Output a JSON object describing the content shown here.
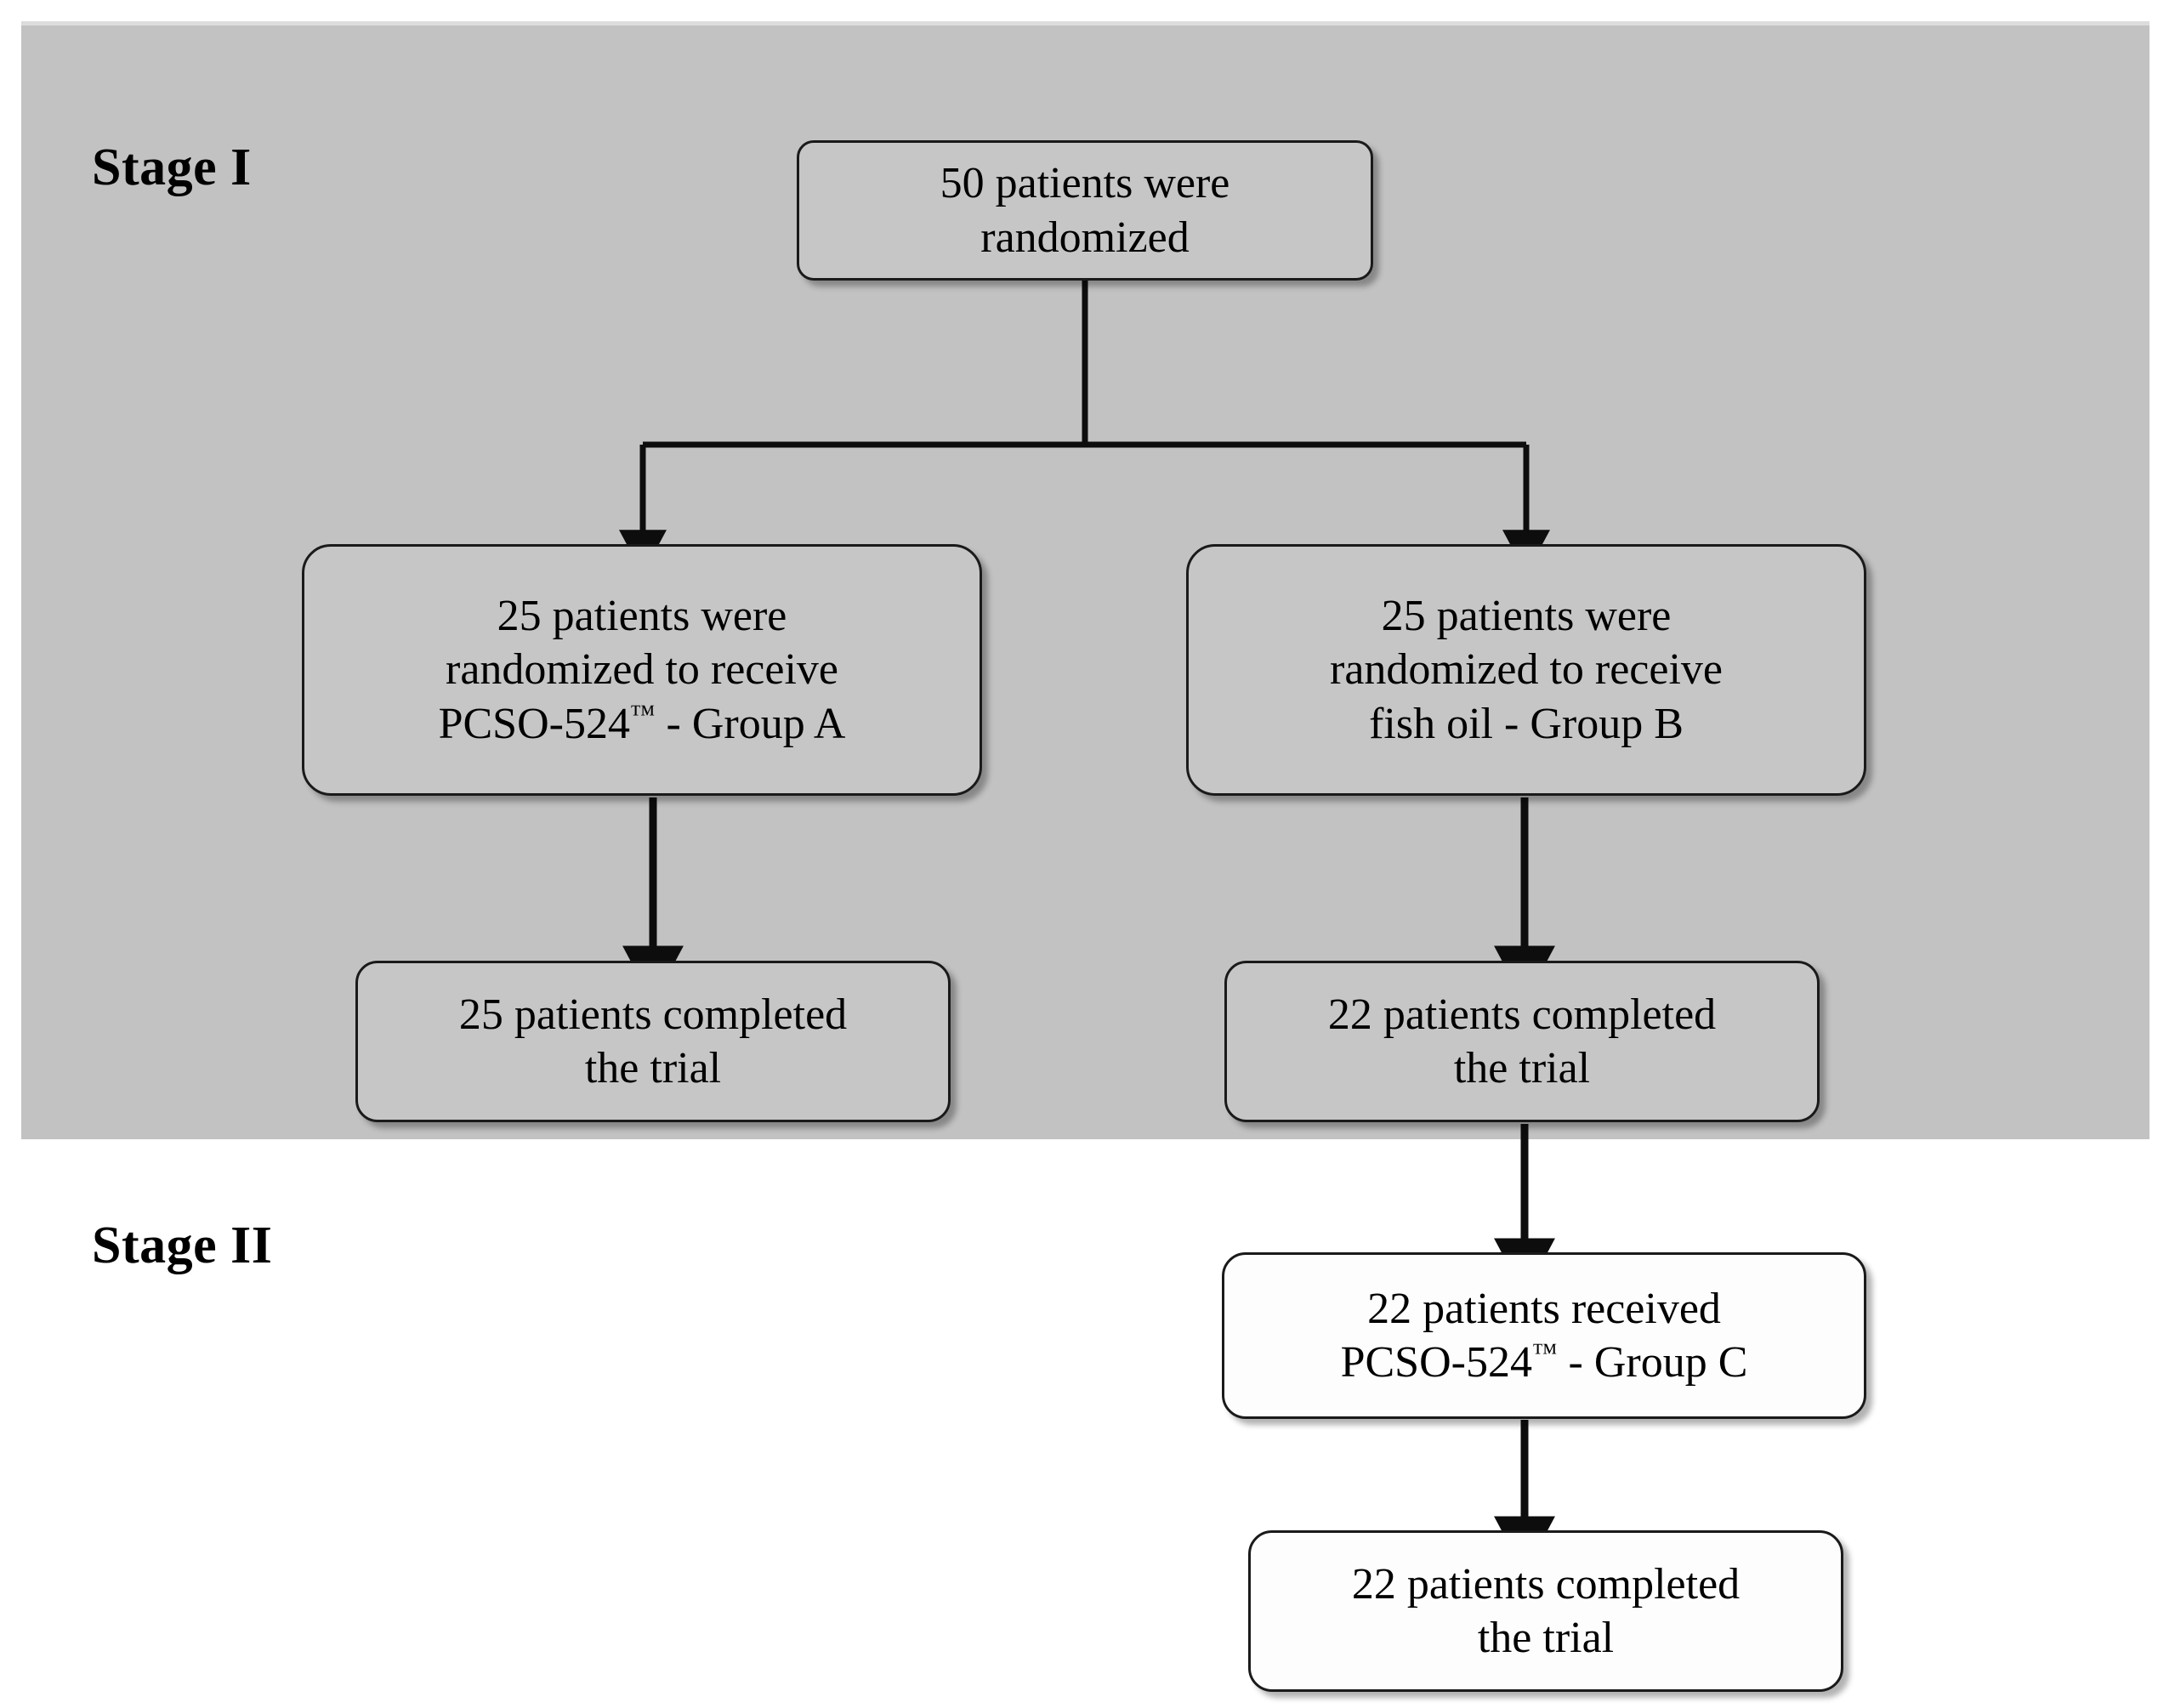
{
  "figure": {
    "type": "flowchart",
    "title": "CONSORT-style participant flow diagram for a two-stage trial",
    "stages": [
      {
        "id": "stage-1",
        "label": "Stage I",
        "background": "#c2c2c2"
      },
      {
        "id": "stage-2",
        "label": "Stage II",
        "background": "#ffffff"
      }
    ],
    "nodes": [
      {
        "id": "node-randomized",
        "stage": "stage-1",
        "lines": [
          "50 patients were",
          "randomized"
        ],
        "fill": "#c6c6c6"
      },
      {
        "id": "node-group-a",
        "stage": "stage-1",
        "lines": [
          "25 patients were",
          "randomized to receive",
          "PCSO-524™ - Group A"
        ],
        "product": "PCSO-524™",
        "group": "Group A",
        "count": 25,
        "fill": "#c6c6c6"
      },
      {
        "id": "node-group-b",
        "stage": "stage-1",
        "lines": [
          "25 patients were",
          "randomized to receive",
          "fish oil - Group B"
        ],
        "product": "fish oil",
        "group": "Group B",
        "count": 25,
        "fill": "#c6c6c6"
      },
      {
        "id": "node-completed-a",
        "stage": "stage-1",
        "lines": [
          "25 patients completed",
          "the trial"
        ],
        "count": 25,
        "fill": "#c6c6c6"
      },
      {
        "id": "node-completed-b",
        "stage": "stage-1",
        "lines": [
          "22 patients completed",
          "the trial"
        ],
        "count": 22,
        "fill": "#c6c6c6"
      },
      {
        "id": "node-group-c",
        "stage": "stage-2",
        "lines": [
          "22 patients received",
          "PCSO-524™ - Group C"
        ],
        "product": "PCSO-524™",
        "group": "Group C",
        "count": 22,
        "fill": "#fdfdfd"
      },
      {
        "id": "node-completed-c",
        "stage": "stage-2",
        "lines": [
          "22 patients completed",
          "the trial"
        ],
        "count": 22,
        "fill": "#fdfdfd"
      }
    ],
    "edges": [
      {
        "from": "node-randomized",
        "to": "node-group-a",
        "style": "elbow-split-left"
      },
      {
        "from": "node-randomized",
        "to": "node-group-b",
        "style": "elbow-split-right"
      },
      {
        "from": "node-group-a",
        "to": "node-completed-a",
        "style": "straight-down"
      },
      {
        "from": "node-group-b",
        "to": "node-completed-b",
        "style": "straight-down"
      },
      {
        "from": "node-completed-b",
        "to": "node-group-c",
        "style": "straight-down"
      },
      {
        "from": "node-group-c",
        "to": "node-completed-c",
        "style": "straight-down"
      }
    ],
    "colors": {
      "stage1_background": "#c2c2c2",
      "page_background": "#ffffff",
      "node_border": "#1a1a1a",
      "connector": "#0d0d0d",
      "text": "#000000"
    }
  },
  "text": {
    "stage1_label": "Stage I",
    "stage2_label": "Stage II",
    "randomized_l1": "50 patients were",
    "randomized_l2": "randomized",
    "group_a_l1": "25 patients were",
    "group_a_l2": "randomized to receive",
    "group_a_l3_pre": "PCSO-524",
    "group_a_l3_tm": "™",
    "group_a_l3_post": " - Group A",
    "group_b_l1": "25 patients were",
    "group_b_l2": "randomized to receive",
    "group_b_l3": "fish oil - Group B",
    "completed_a_l1": "25 patients completed",
    "completed_a_l2": "the trial",
    "completed_b_l1": "22 patients completed",
    "completed_b_l2": "the trial",
    "group_c_l1": "22 patients received",
    "group_c_l2_pre": "PCSO-524",
    "group_c_l2_tm": "™",
    "group_c_l2_post": " - Group C",
    "completed_c_l1": "22 patients completed",
    "completed_c_l2": "the trial"
  }
}
